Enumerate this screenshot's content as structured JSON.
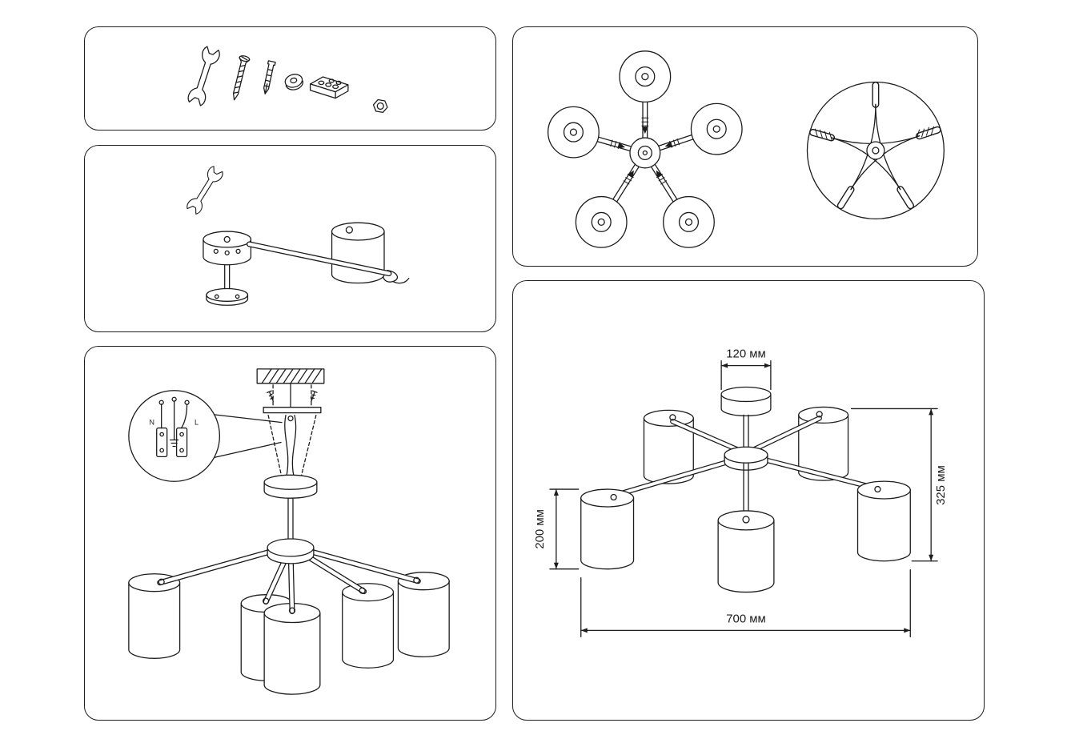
{
  "sheet": {
    "background": "#ffffff",
    "line_color": "#1c1c1c"
  },
  "dimensions": {
    "canopy_width": "120 мм",
    "overall_height": "325 мм",
    "shade_height": "200 мм",
    "overall_width": "700 мм"
  },
  "wiring": {
    "neutral_label": "N",
    "live_label": "L"
  }
}
